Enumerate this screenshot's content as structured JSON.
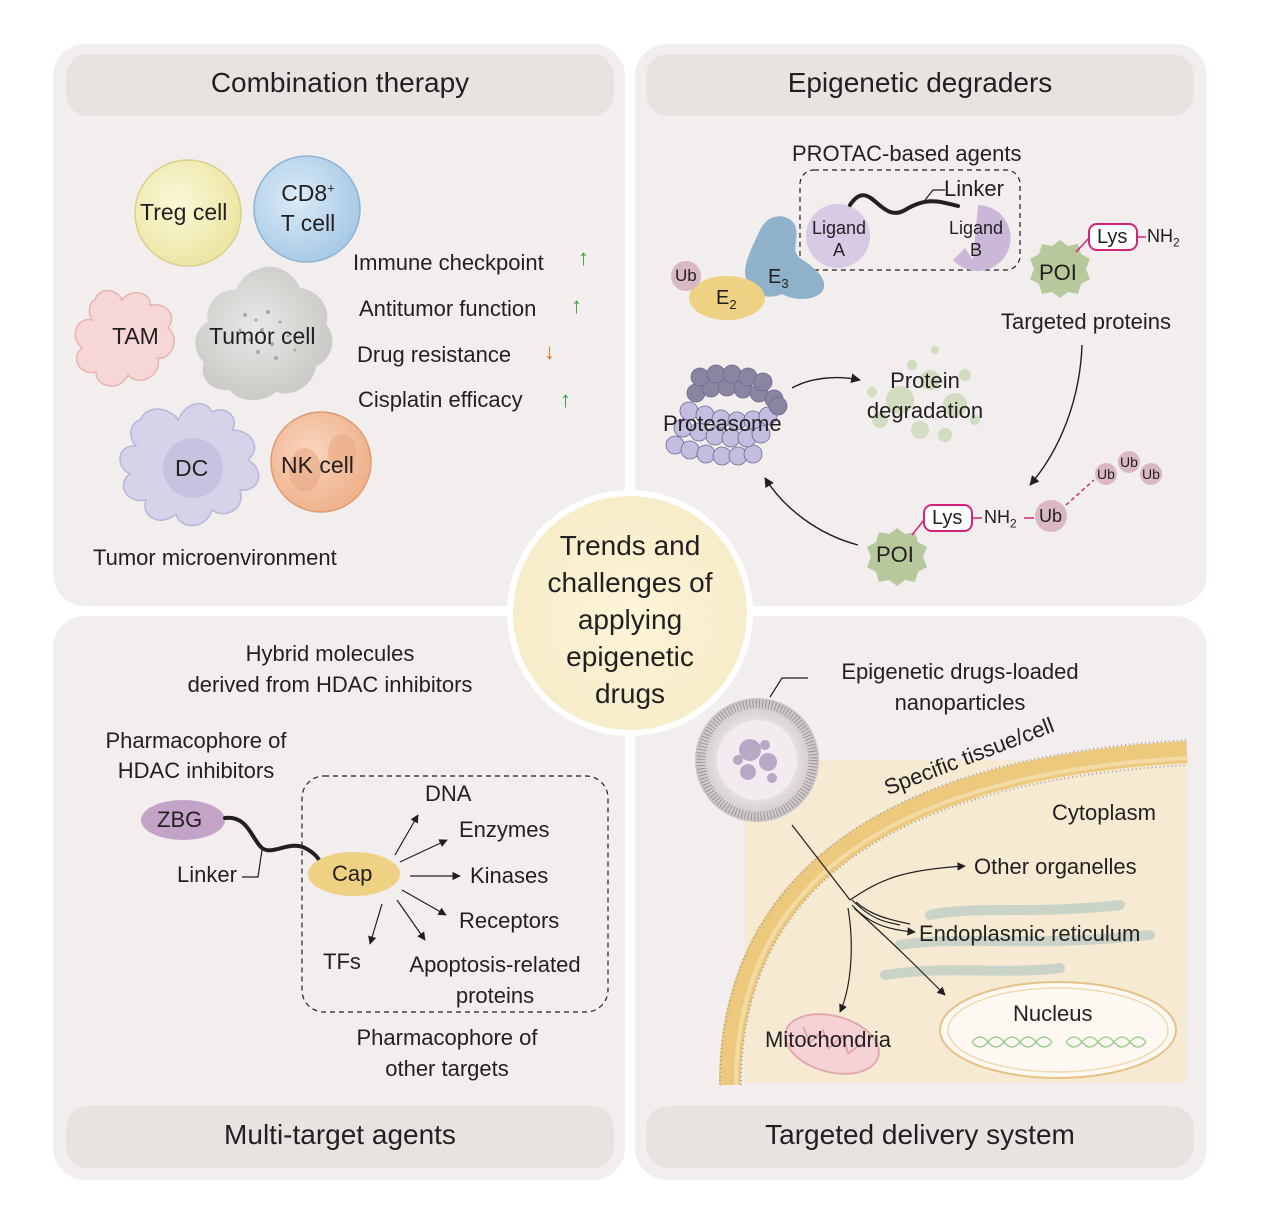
{
  "center": {
    "lines": [
      "Trends and",
      "challenges of",
      "applying",
      "epigenetic",
      "drugs"
    ]
  },
  "panels": {
    "combination": {
      "title": "Combination therapy",
      "cells": {
        "treg": "Treg cell",
        "cd8_line1": "CD8",
        "cd8_sup": "+",
        "cd8_line2": "T cell",
        "tam": "TAM",
        "tumor": "Tumor cell",
        "dc": "DC",
        "nk": "NK cell"
      },
      "effects": [
        {
          "label": "Immune checkpoint",
          "direction": "up",
          "arrow": "↑",
          "color": "#3a9a3f"
        },
        {
          "label": "Antitumor function",
          "direction": "up",
          "arrow": "↑",
          "color": "#3a9a3f"
        },
        {
          "label": "Drug resistance",
          "direction": "down",
          "arrow": "↓",
          "color": "#e87722"
        },
        {
          "label": "Cisplatin efficacy",
          "direction": "up",
          "arrow": "↑",
          "color": "#3a9a3f"
        }
      ],
      "caption": "Tumor microenvironment"
    },
    "degraders": {
      "title": "Epigenetic degraders",
      "protac_label": "PROTAC-based agents",
      "linker": "Linker",
      "ligand_a": [
        "Ligand",
        "A"
      ],
      "ligand_b": [
        "Ligand",
        "B"
      ],
      "ub": "Ub",
      "e2": "E",
      "e2_sub": "2",
      "e3": "E",
      "e3_sub": "3",
      "lys": "Lys",
      "nh2": "NH",
      "nh2_sub": "2",
      "poi": "POI",
      "targeted": "Targeted proteins",
      "protein_deg": [
        "Protein",
        "degradation"
      ],
      "proteasome": "Proteasome"
    },
    "multitarget": {
      "title": "Multi-target agents",
      "hybrid": [
        "Hybrid molecules",
        "derived from HDAC inhibitors"
      ],
      "pharm_hdac": [
        "Pharmacophore of",
        "HDAC inhibitors"
      ],
      "zbg": "ZBG",
      "linker": "Linker",
      "cap": "Cap",
      "targets": [
        "DNA",
        "Enzymes",
        "Kinases",
        "Receptors",
        "TFs"
      ],
      "apoptosis": [
        "Apoptosis-related",
        "proteins"
      ],
      "pharm_other": [
        "Pharmacophore of",
        "other targets"
      ]
    },
    "delivery": {
      "title": "Targeted delivery system",
      "nano": [
        "Epigenetic drugs-loaded",
        "nanoparticles"
      ],
      "tissue": "Specific tissue/cell",
      "cytoplasm": "Cytoplasm",
      "organelles": "Other organelles",
      "er": "Endoplasmic reticulum",
      "nucleus": "Nucleus",
      "mito": "Mitochondria"
    }
  },
  "colors": {
    "panel_bg": "#f1eeed",
    "header_bg": "#e8e2e0",
    "center_bg": "#fdf6df",
    "poi": "#b7c99c",
    "lys": "#d4237a",
    "ub": "#d9b8c4",
    "e2": "#efd183",
    "e3": "#8fb1c9",
    "ligand": "#cbb8d9",
    "zbg": "#c4a3c8",
    "cap": "#efd183"
  }
}
